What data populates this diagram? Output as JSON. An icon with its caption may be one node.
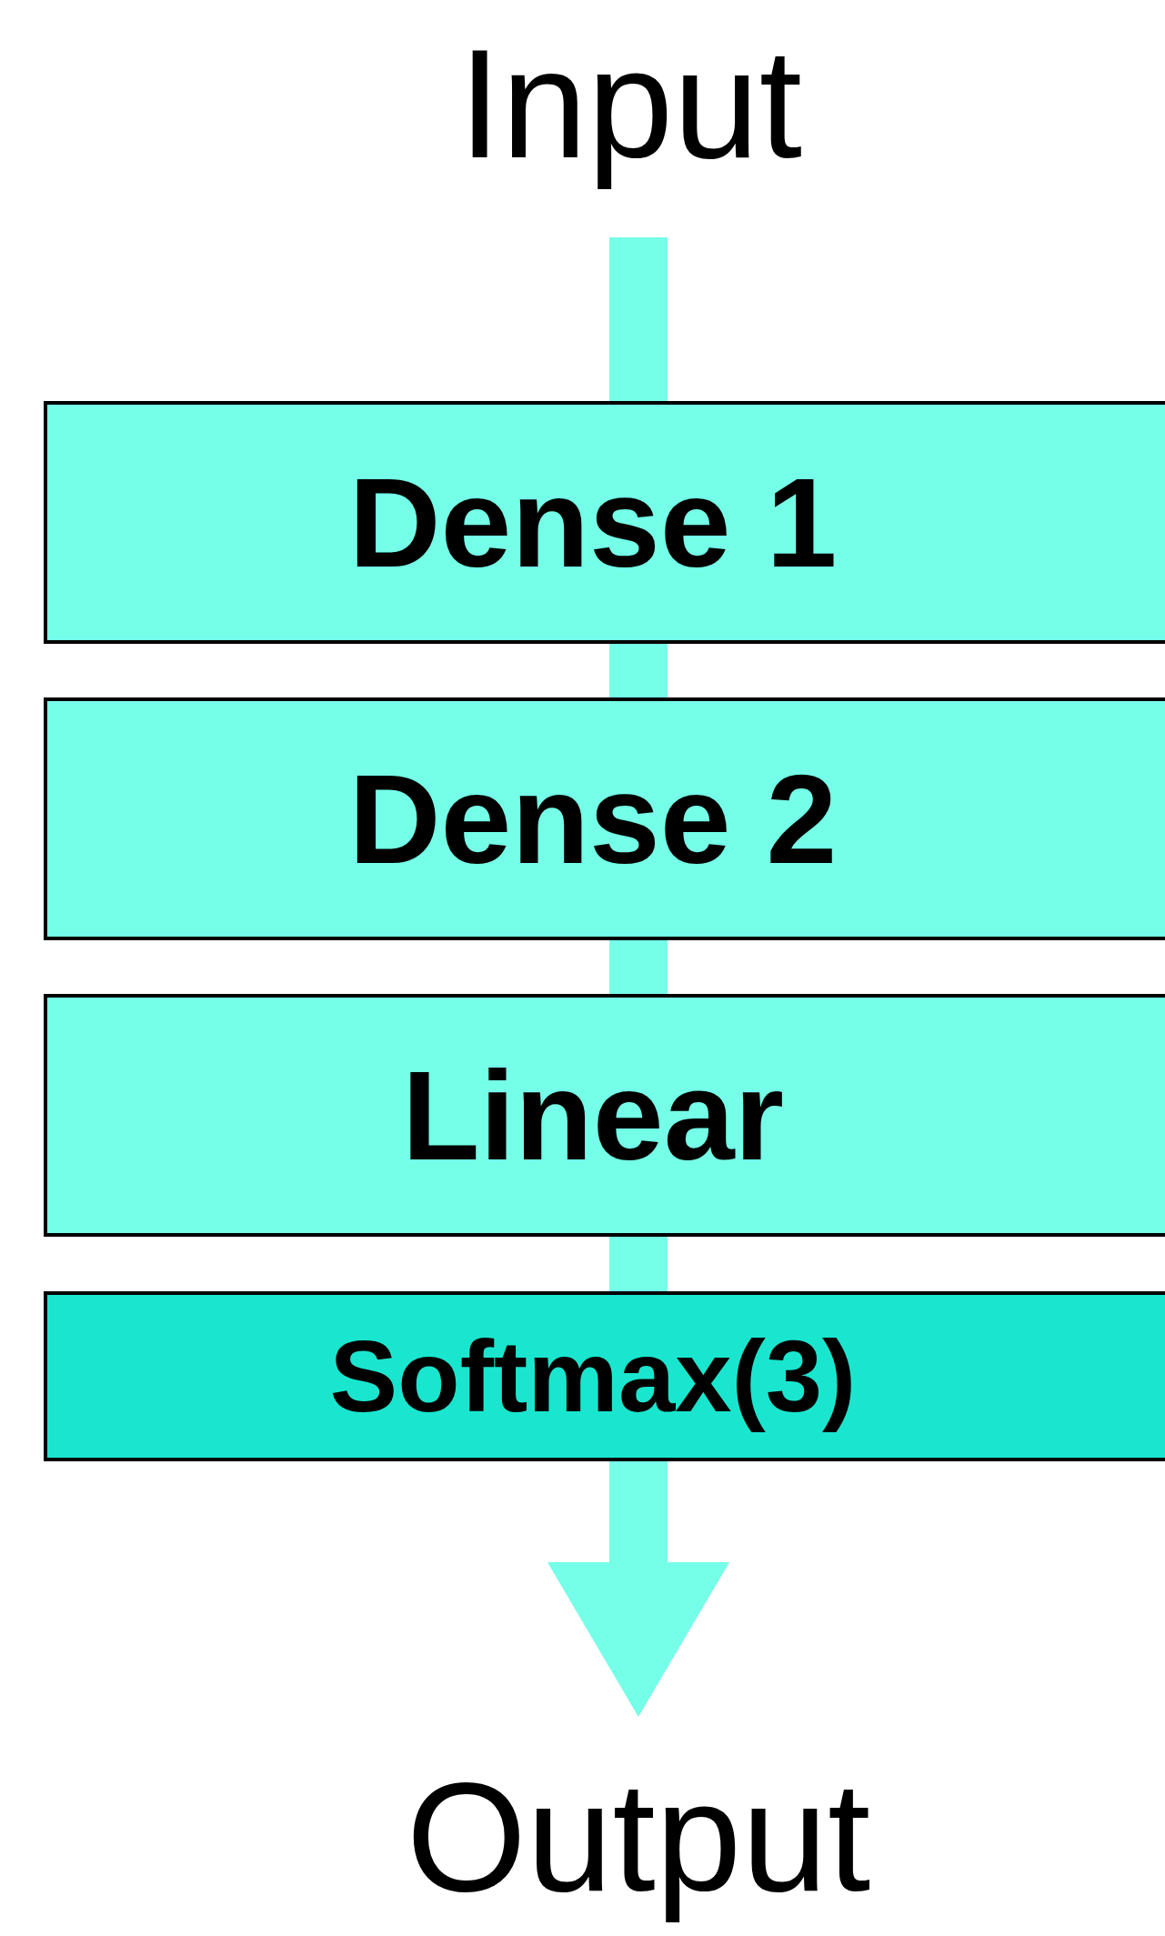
{
  "diagram": {
    "nodes": [
      {
        "text": [
          "Input"
        ]
      },
      {
        "text": [
          "Dense 1"
        ]
      },
      {
        "text": [
          "Dense 2"
        ]
      },
      {
        "text": [
          "Linear"
        ]
      },
      {
        "text": [
          "Softmax(3)"
        ]
      },
      {
        "text": [
          "Output"
        ]
      }
    ],
    "edges": [
      {
        "from": 0,
        "to": 1,
        "arrow": "none"
      },
      {
        "from": 1,
        "to": 2,
        "arrow": "none"
      },
      {
        "from": 2,
        "to": 3,
        "arrow": "none"
      },
      {
        "from": 3,
        "to": 4,
        "arrow": "none"
      },
      {
        "from": 4,
        "to": 5,
        "arrow": "to"
      }
    ]
  }
}
